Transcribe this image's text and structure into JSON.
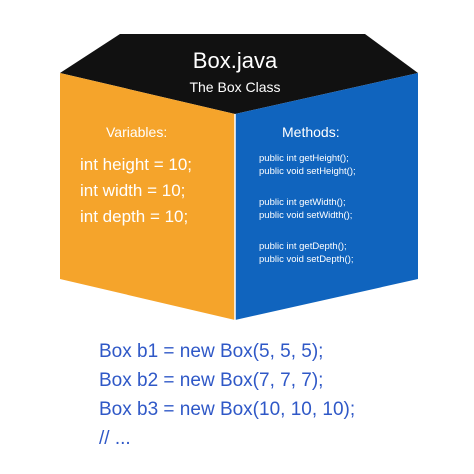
{
  "cube": {
    "title": "Box.java",
    "subtitle": "The Box Class",
    "colors": {
      "top": "#111111",
      "left_face": "#f5a42b",
      "right_face": "#1064be",
      "edge": "#ffffff"
    },
    "variables": {
      "heading": "Variables:",
      "items": [
        "int height = 10;",
        "int width = 10;",
        "int depth = 10;"
      ]
    },
    "methods": {
      "heading": "Methods:",
      "groups": [
        [
          "public int getHeight();",
          "public void setHeight();"
        ],
        [
          "public int getWidth();",
          "public void setWidth();"
        ],
        [
          "public int getDepth();",
          "public void setDepth();"
        ]
      ]
    }
  },
  "code": {
    "color": "#2f58c7",
    "lines": [
      "Box b1 = new Box(5, 5, 5);",
      "Box b2 = new Box(7, 7, 7);",
      "Box b3 = new Box(10, 10, 10);",
      "// ..."
    ]
  }
}
